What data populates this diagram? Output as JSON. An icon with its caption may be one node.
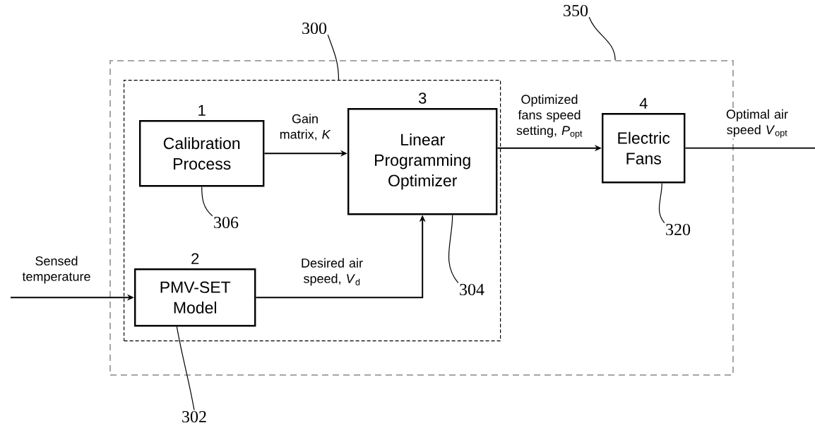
{
  "diagram": {
    "nodes": [
      {
        "text": [],
        "shape": "box"
      },
      {
        "text": [],
        "shape": "box",
        "in": 0
      },
      {
        "text": [
          "Calibration Process"
        ],
        "in": 1,
        "beside": [
          "1"
        ]
      },
      {
        "text": [
          "Linear Programming Optimizer"
        ],
        "in": 1,
        "beside": [
          "3"
        ]
      },
      {
        "text": [
          "PMV-SET Model"
        ],
        "in": 1,
        "beside": [
          "2"
        ]
      },
      {
        "text": [
          "Electric Fans"
        ],
        "in": 0,
        "beside": [
          "4"
        ]
      },
      {
        "text": [
          "300"
        ]
      },
      {
        "text": [
          "350"
        ]
      },
      {
        "text": [
          "306"
        ],
        "in": 1
      },
      {
        "text": [
          "302"
        ]
      },
      {
        "text": [
          "304"
        ],
        "in": 1
      },
      {
        "text": [
          "320"
        ],
        "in": 0
      }
    ],
    "edges": [
      {
        "from": 2,
        "to": 3,
        "arrow": "to",
        "label": "Gain matrix, *K*"
      },
      {
        "from": 4,
        "to": 3,
        "arrow": "to",
        "label": "Desired air speed, *V*$_{d}$"
      },
      {
        "from": 3,
        "to": 5,
        "arrow": "to",
        "label": "Optimized fans speed setting, *P*$_{opt}$"
      },
      {
        "from": null,
        "to": 4,
        "arrow": "to",
        "label": "Sensed temperature"
      },
      {
        "from": 5,
        "to": null,
        "arrow": "none",
        "label": "Optimal air speed *V*$_{opt}$"
      },
      {
        "from": 6,
        "to": 1,
        "arrow": "none"
      },
      {
        "from": 7,
        "to": 0,
        "arrow": "none"
      },
      {
        "from": 8,
        "to": 2,
        "arrow": "none"
      },
      {
        "from": 9,
        "to": 4,
        "arrow": "none"
      },
      {
        "from": 10,
        "to": 3,
        "arrow": "none"
      },
      {
        "from": 11,
        "to": 5,
        "arrow": "none"
      }
    ]
  }
}
